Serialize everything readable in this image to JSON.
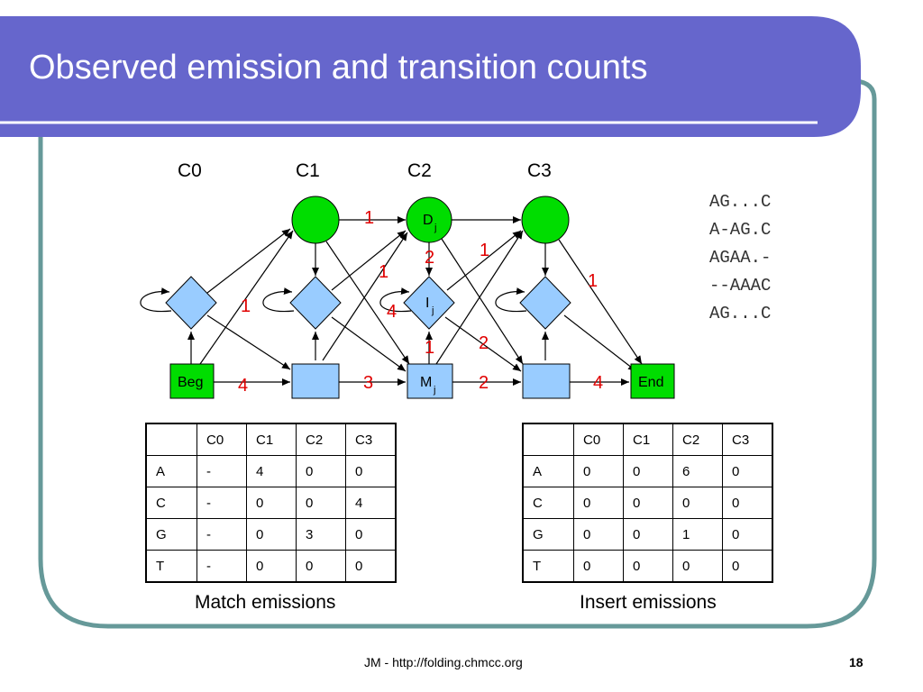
{
  "slide": {
    "title": "Observed emission and transition counts",
    "footer": "JM - http://folding.chmcc.org",
    "page_number": "18"
  },
  "colors": {
    "title_bar": "#6666cc",
    "frame_border": "#669999",
    "state_green": "#00dd00",
    "state_blue": "#99ccff",
    "count_red": "#e00000"
  },
  "diagram": {
    "columns": [
      "C0",
      "C1",
      "C2",
      "C3"
    ],
    "begin_label": "Beg",
    "end_label": "End",
    "delete_label": "D",
    "insert_label": "I",
    "match_label": "M",
    "subscript": "j",
    "counts": {
      "d1_d2": "1",
      "d2_m3": "1",
      "i1_d2": "1",
      "i1_label": "1",
      "m2_i2": "4",
      "i2_m2": "1",
      "d2_i2": "2",
      "d3_i3": "1",
      "m2_m3": "2",
      "beg_m1": "4",
      "m1_m2": "3",
      "i2_m3": "2",
      "m3_end": "4"
    }
  },
  "alignment": [
    "AG...C",
    "A-AG.C",
    "AGAA.-",
    "--AAAC",
    "AG...C"
  ],
  "match_emissions": {
    "caption": "Match emissions",
    "columns": [
      "",
      "C0",
      "C1",
      "C2",
      "C3"
    ],
    "rows": [
      [
        "A",
        "-",
        "4",
        "0",
        "0"
      ],
      [
        "C",
        "-",
        "0",
        "0",
        "4"
      ],
      [
        "G",
        "-",
        "0",
        "3",
        "0"
      ],
      [
        "T",
        "-",
        "0",
        "0",
        "0"
      ]
    ]
  },
  "insert_emissions": {
    "caption": "Insert emissions",
    "columns": [
      "",
      "C0",
      "C1",
      "C2",
      "C3"
    ],
    "rows": [
      [
        "A",
        "0",
        "0",
        "6",
        "0"
      ],
      [
        "C",
        "0",
        "0",
        "0",
        "0"
      ],
      [
        "G",
        "0",
        "0",
        "1",
        "0"
      ],
      [
        "T",
        "0",
        "0",
        "0",
        "0"
      ]
    ]
  }
}
